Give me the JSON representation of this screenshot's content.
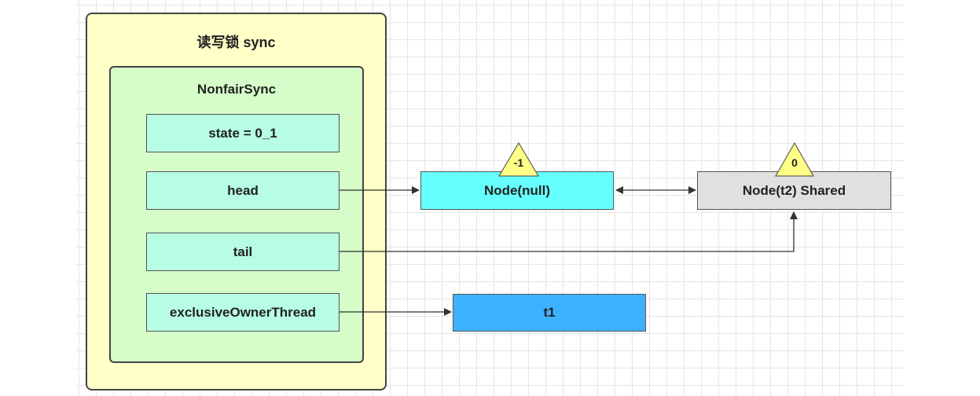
{
  "outer": {
    "title": "读写锁 sync"
  },
  "inner": {
    "title": "NonfairSync"
  },
  "fields": {
    "state": "state = 0_1",
    "head": "head",
    "tail": "tail",
    "owner": "exclusiveOwnerThread"
  },
  "nodes": {
    "head_node": "Node(null)",
    "head_node_status": "-1",
    "t2_node": "Node(t2) Shared",
    "t2_node_status": "0",
    "owner_thread": "t1"
  },
  "colors": {
    "outer_fill": "#ffffc8",
    "inner_fill": "#d5fcc9",
    "field_fill": "#b6fde4",
    "head_node_fill": "#66ffff",
    "t2_node_fill": "#e0e0e0",
    "thread_fill": "#3cb1ff",
    "status_triangle_fill": "#ffff88"
  }
}
